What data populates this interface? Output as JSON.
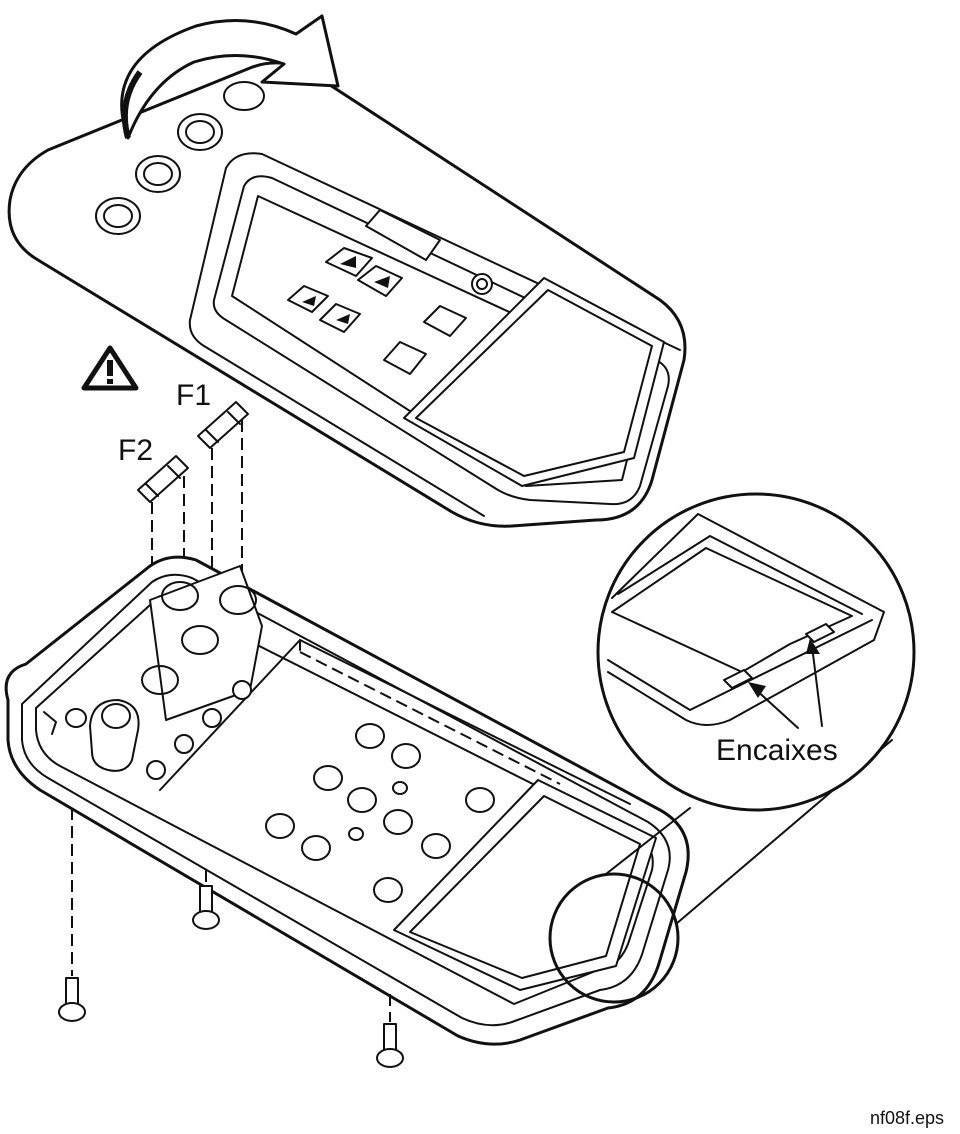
{
  "labels": {
    "fuse_f1": "F1",
    "fuse_f2": "F2",
    "snaps": "Encaixes",
    "file_name": "nf08f.eps"
  },
  "icons": {
    "warning": "warning-triangle-icon",
    "rotate": "curved-arrow-icon"
  },
  "colors": {
    "line": "#111111",
    "background": "#ffffff"
  }
}
